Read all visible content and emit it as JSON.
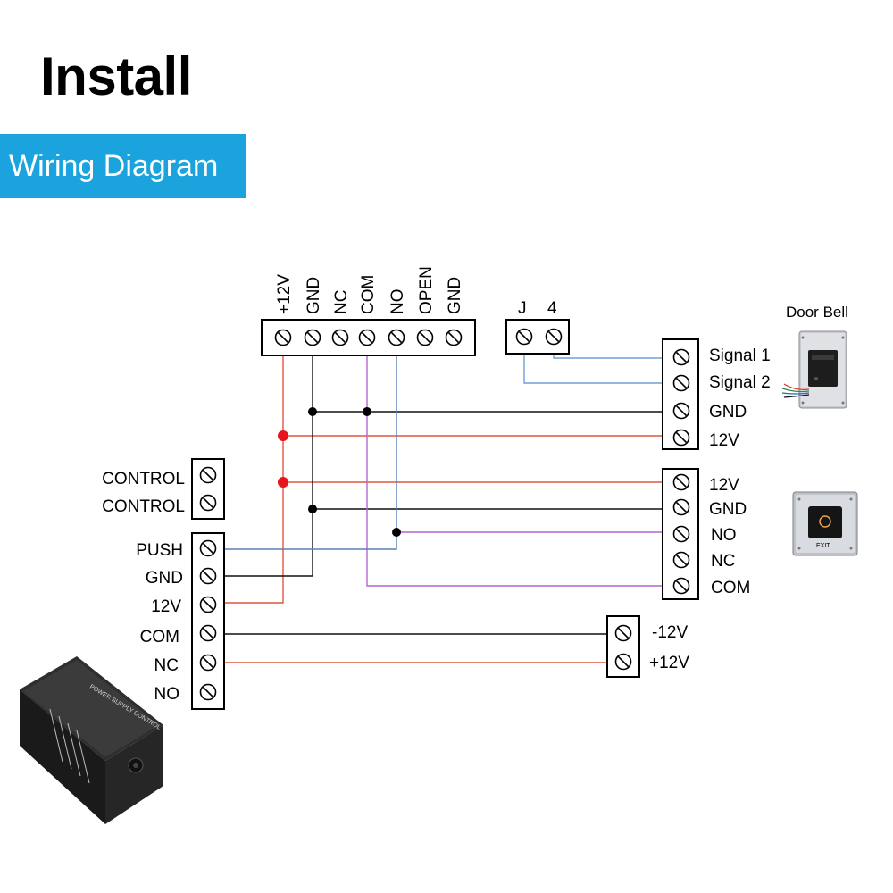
{
  "header": {
    "title": "Install",
    "subtitle": "Wiring Diagram"
  },
  "controller_terminals": [
    "+12V",
    "GND",
    "NC",
    "COM",
    "NO",
    "OPEN",
    "GND"
  ],
  "doorbell_connector": [
    "J",
    "4"
  ],
  "doorbell": {
    "caption": "Door Bell",
    "terminals": [
      "Signal 1",
      "Signal 2",
      "GND",
      "12V"
    ]
  },
  "exit_button": {
    "terminals": [
      "12V",
      "GND",
      "NO",
      "NC",
      "COM"
    ],
    "device_label": "EXIT"
  },
  "power_supply": {
    "control_terminals": [
      "CONTROL",
      "CONTROL"
    ],
    "terminals": [
      "PUSH",
      "GND",
      "12V",
      "COM",
      "NC",
      "NO"
    ],
    "device_label": "POWER SUPPLY CONTROL"
  },
  "lock_terminals": [
    "-12V",
    "+12V"
  ],
  "colors": {
    "power_wire": "#e0573f",
    "ground_wire": "#111111",
    "open_wire": "#5b7fb5",
    "com_wire": "#b766cf",
    "signal_wire": "#6f9fd6",
    "node_red": "#e8131b",
    "node_black": "#000000",
    "banner": "#1aa3dd"
  }
}
